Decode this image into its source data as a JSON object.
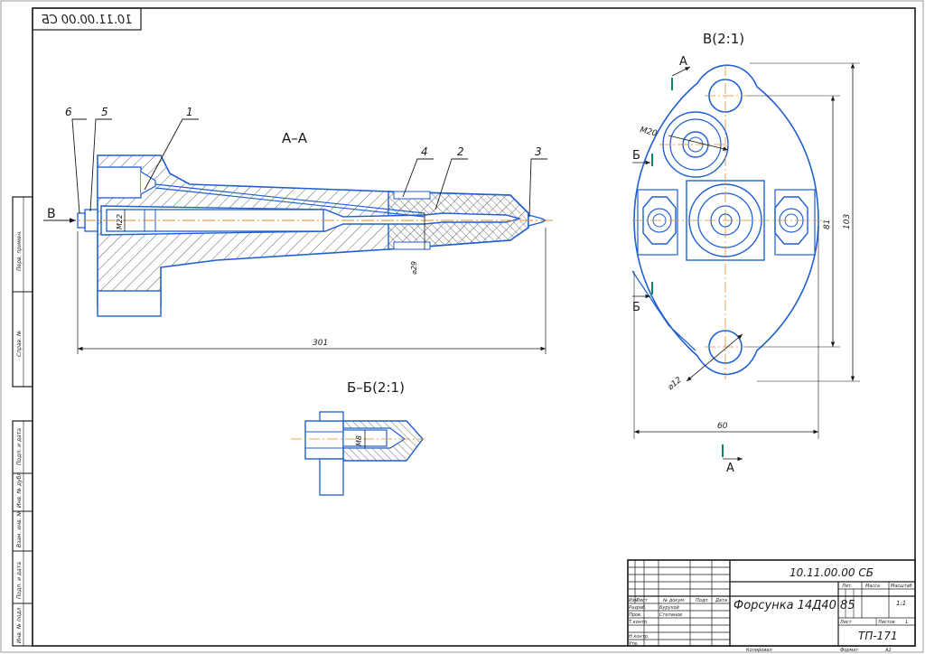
{
  "sheet": {
    "doc_code_mirrored": "10.11.00.00 СБ",
    "side_labels": [
      "Перв. примен.",
      "Справ. №",
      "Подп. и дата",
      "Инв. № дубл.",
      "Взам. инв. №",
      "Подп. и дата",
      "Инв. № подл."
    ]
  },
  "section_aa": {
    "title": "А–А",
    "view_arrow": "В",
    "leaders": [
      "6",
      "5",
      "1",
      "4",
      "2",
      "3"
    ],
    "dims": {
      "m22": "M22",
      "d29": "⌀29",
      "len": "301"
    }
  },
  "view_b": {
    "title": "В(2:1)",
    "cut_a": "А",
    "cut_b": "Б",
    "dims": {
      "m20": "M20",
      "d81": "81",
      "d103": "103",
      "d12": "⌀12",
      "d60": "60"
    }
  },
  "section_bb": {
    "title": "Б–Б(2:1)",
    "dims": {
      "m8": "M8"
    }
  },
  "title_block": {
    "doc_code": "10.11.00.00 СБ",
    "name": "Форсунка 14Д40 85",
    "headers": {
      "izm": "Изм",
      "list": "Лист",
      "ndok": "№ докум.",
      "podp": "Подп.",
      "data": "Дата"
    },
    "roles": [
      {
        "role": "Разраб.",
        "person": "Бурухой"
      },
      {
        "role": "Пров.",
        "person": "Степанов"
      },
      {
        "role": "Т.контр.",
        "person": ""
      },
      {
        "role": "",
        "person": ""
      },
      {
        "role": "Н.контр.",
        "person": ""
      },
      {
        "role": "Утв.",
        "person": ""
      }
    ],
    "lit_label": "Лит.",
    "mass_label": "Масса",
    "scale_label": "Масштаб",
    "scale": "1:1",
    "sheet_label": "Лист",
    "sheets_label": "Листов",
    "sheets": "1",
    "org": "ТП-171",
    "copied": "Копировал",
    "format_label": "Формат",
    "format": "А2"
  },
  "colors": {
    "frame": "#1a1a1a",
    "part": "#1f5fd0",
    "axis": "#e08a2a",
    "hatch": "#3a3a3a",
    "cut": "#0a8a6a"
  }
}
